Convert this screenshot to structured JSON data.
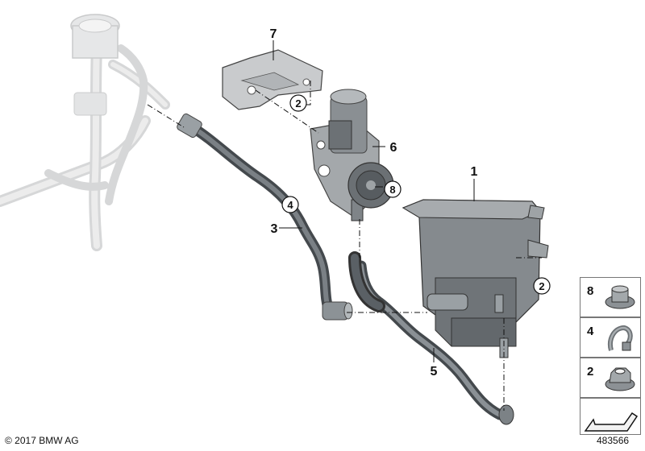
{
  "callouts": [
    {
      "id": "1",
      "circled": false
    },
    {
      "id": "2",
      "circled": true
    },
    {
      "id": "2",
      "circled": true
    },
    {
      "id": "3",
      "circled": false
    },
    {
      "id": "4",
      "circled": true
    },
    {
      "id": "5",
      "circled": false
    },
    {
      "id": "6",
      "circled": false
    },
    {
      "id": "7",
      "circled": false
    },
    {
      "id": "8",
      "circled": true
    }
  ],
  "legend": [
    {
      "num": "8",
      "icon": "flange-nut-icon"
    },
    {
      "num": "4",
      "icon": "hose-clip-icon"
    },
    {
      "num": "2",
      "icon": "hex-flange-nut-icon"
    }
  ],
  "copyright": "© 2017 BMW AG",
  "reference_number": "483566",
  "colors": {
    "parts": "#6f7478",
    "ghost_parts": "#d9dadb",
    "hoses": "#4e5357"
  }
}
